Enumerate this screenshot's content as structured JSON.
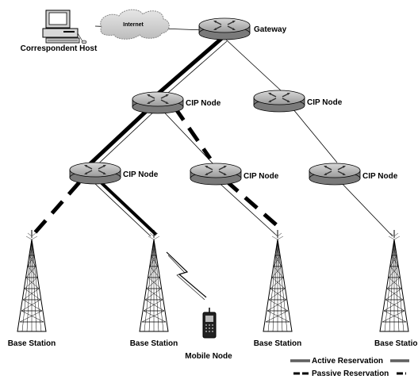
{
  "labels": {
    "correspondent_host": "Correspondent Host",
    "internet": "Internet",
    "gateway": "Gateway",
    "cip_node_1": "CIP Node",
    "cip_node_2": "CIP Node",
    "cip_node_3": "CIP Node",
    "cip_node_4": "CIP Node",
    "cip_node_5": "CIP Node",
    "base_station_1": "Base Station",
    "base_station_2": "Base Station",
    "base_station_3": "Base Station",
    "base_station_4": "Base Station",
    "mobile_node": "Mobile Node"
  },
  "legend": {
    "active": "Active Reservation",
    "passive": "Passive Reservation"
  }
}
